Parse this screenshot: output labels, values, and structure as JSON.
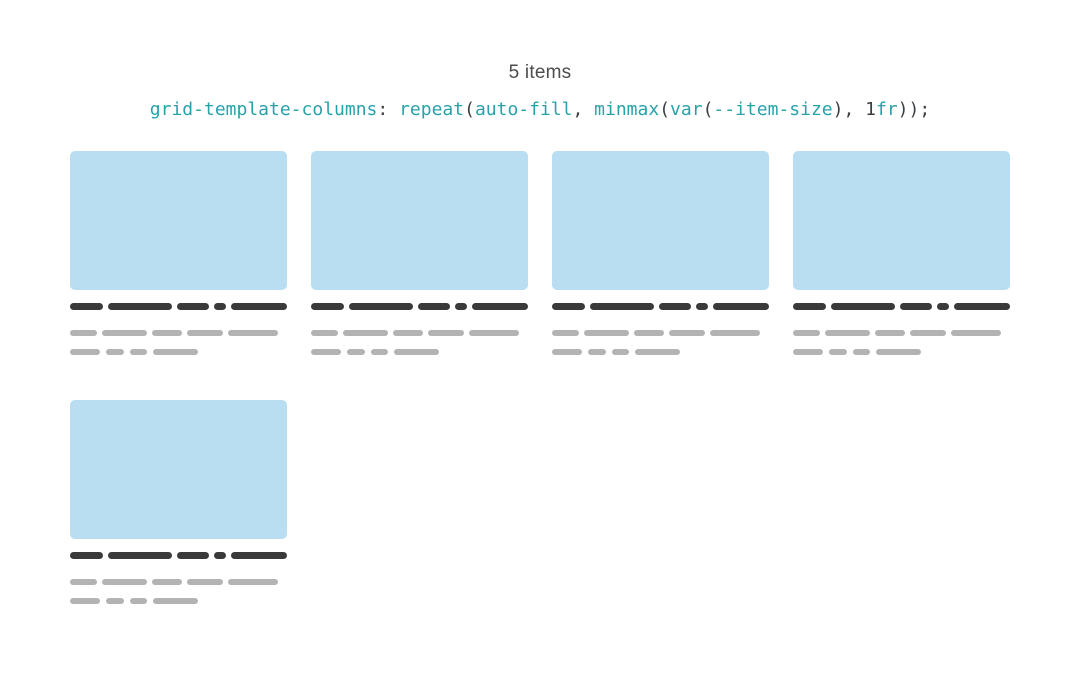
{
  "header": {
    "item_count": "5 items",
    "code_full": "grid-template-columns: repeat(auto-fill, minmax(var(--item-size), 1fr));",
    "code_tokens": [
      {
        "text": "grid-template-columns",
        "type": "teal"
      },
      {
        "text": ": ",
        "type": "dark"
      },
      {
        "text": "repeat",
        "type": "teal"
      },
      {
        "text": "(",
        "type": "dark"
      },
      {
        "text": "auto-fill",
        "type": "teal"
      },
      {
        "text": ", ",
        "type": "dark"
      },
      {
        "text": "minmax",
        "type": "teal"
      },
      {
        "text": "(",
        "type": "dark"
      },
      {
        "text": "var",
        "type": "teal"
      },
      {
        "text": "(",
        "type": "dark"
      },
      {
        "text": "--item-size",
        "type": "teal"
      },
      {
        "text": "), ",
        "type": "dark"
      },
      {
        "text": "1",
        "type": "dark"
      },
      {
        "text": "fr",
        "type": "teal"
      },
      {
        "text": "));",
        "type": "dark"
      }
    ]
  },
  "colors": {
    "background": "#ffffff",
    "count_text": "#4d4d4d",
    "code_teal": "#27a2aa",
    "code_dark": "#3b4045",
    "card_image_blue": "#b9def2",
    "skeleton_title_dark": "#3a3a3a",
    "skeleton_text_gray": "#b3b3b3"
  },
  "grid": {
    "item_count": 5,
    "visible_columns": 4
  },
  "card_skeleton": {
    "title_dash_widths": [
      33,
      64,
      32,
      12,
      56
    ],
    "text_row1_dash_widths": [
      27,
      45,
      30,
      36,
      50
    ],
    "text_row2_dash_widths": [
      30,
      18,
      17,
      45
    ]
  }
}
